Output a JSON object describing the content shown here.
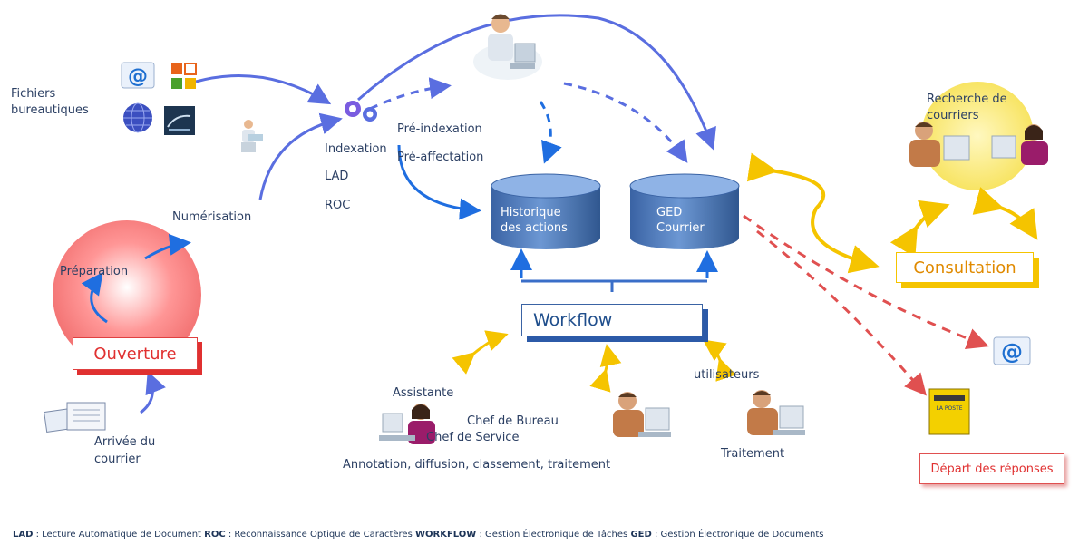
{
  "labels": {
    "fichiers": "Fichiers",
    "bureautiques": "bureautiques",
    "numerisation": "Numérisation",
    "preparation": "Préparation",
    "ouverture": "Ouverture",
    "arrivee1": "Arrivée du",
    "arrivee2": "courrier",
    "indexation": "Indexation",
    "lad": "LAD",
    "roc": "ROC",
    "pre_indexation": "Pré-indexation",
    "pre_affectation": "Pré-affectation",
    "historique1": "Historique",
    "historique2": "des actions",
    "ged1": "GED",
    "ged2": "Courrier",
    "workflow": "Workflow",
    "assistante": "Assistante",
    "chef_bureau": "Chef de Bureau",
    "chef_service": "Chef de Service",
    "utilisateurs": "utilisateurs",
    "traitement": "Traitement",
    "annotation": "Annotation,  diffusion,   classement,   traitement",
    "recherche1": "Recherche de",
    "recherche2": "courriers",
    "consultation": "Consultation",
    "depart": "Départ des réponses",
    "laposte": "LA POSTE"
  },
  "footnote": [
    {
      "abbr": "LAD",
      "text": " : Lecture Automatique de Document    "
    },
    {
      "abbr": "ROC",
      "text": " : Reconnaissance Optique de Caractères    "
    },
    {
      "abbr": "WORKFLOW",
      "text": " : Gestion Électronique de Tâches    "
    },
    {
      "abbr": "GED",
      "text": " : Gestion Électronique de Documents"
    }
  ],
  "colors": {
    "flow_blue": "#5a6ee0",
    "db_blue": "#3d6fb0",
    "accent_yellow": "#f5c400",
    "return_red": "#e05050",
    "ouverture_red": "#e03030"
  },
  "icons": [
    "at-sign-icon",
    "office-icon",
    "globe-icon",
    "presentation-icon",
    "scanner-person-icon",
    "gears-icon",
    "user-desk-icon",
    "email-icon",
    "mailbox-icon",
    "letters-icon"
  ]
}
